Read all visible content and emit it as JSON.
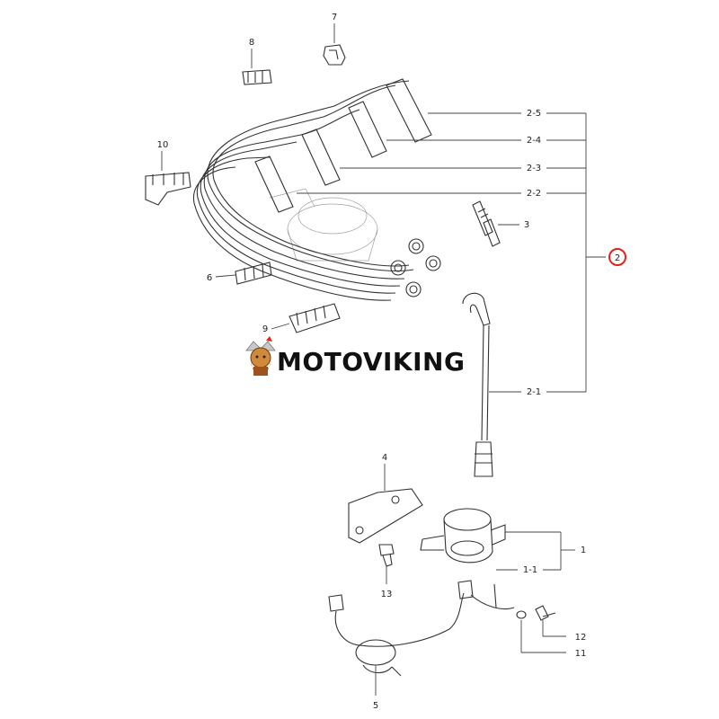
{
  "brand": {
    "name": "MOTOVIKING",
    "logo_icon": "viking-mascot-icon"
  },
  "callouts": {
    "c7": "7",
    "c8": "8",
    "c10": "10",
    "c6": "6",
    "c9": "9",
    "c2_5": "2-5",
    "c2_4": "2-4",
    "c2_3": "2-3",
    "c2_2": "2-2",
    "c3": "3",
    "c2": "2",
    "c2_1": "2-1",
    "c4": "4",
    "c1": "1",
    "c1_1": "1-1",
    "c13": "13",
    "c12": "12",
    "c11": "11",
    "c5": "5"
  },
  "colors": {
    "highlight": "#e0241c",
    "line": "#333333",
    "brand_text": "#111111"
  }
}
